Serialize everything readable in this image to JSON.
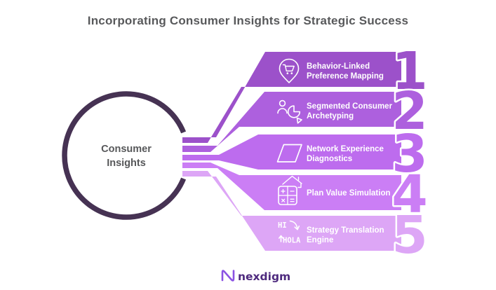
{
  "title": "Incorporating Consumer Insights for Strategic Success",
  "hub": {
    "line1": "Consumer",
    "line2": "Insights"
  },
  "items": [
    {
      "number": "1",
      "line1": "Behavior-Linked",
      "line2": "Preference Mapping",
      "icon": "map-pin-cart-icon",
      "color": "#9c51ca"
    },
    {
      "number": "2",
      "line1": "Segmented Consumer",
      "line2": "Archetyping",
      "icon": "person-pie-chart-icon",
      "color": "#ad60de"
    },
    {
      "number": "3",
      "line1": "Network Experience",
      "line2": "Diagnostics",
      "icon": "parallelogram-icon",
      "color": "#bd6cee"
    },
    {
      "number": "4",
      "line1": "Plan Value Simulation",
      "icon": "house-calculator-icon",
      "color": "#cb7ef5"
    },
    {
      "number": "5",
      "line1": "Strategy Translation",
      "line2": "Engine",
      "icon": "translation-icon",
      "color": "#dda6f6",
      "icon_text_from": "HI",
      "icon_text_to": "HOLA"
    }
  ],
  "logo": {
    "text": "nexdigm"
  },
  "colors": {
    "ring": "#463253",
    "title_text": "#58595b",
    "hub_text": "#57585a",
    "banner_text": "#ffffff",
    "logo_mark": "#8b52e3",
    "logo_text": "#4e2a7e"
  }
}
